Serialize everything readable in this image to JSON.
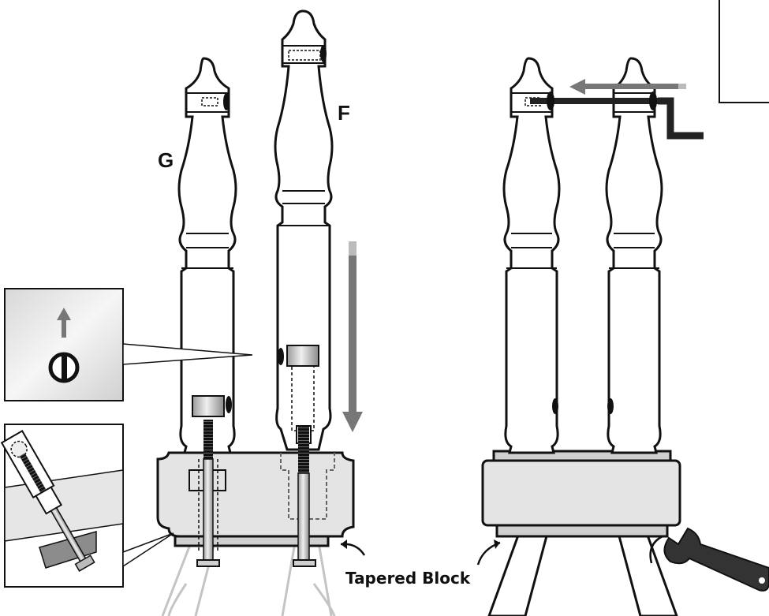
{
  "labels": {
    "post_left": "G",
    "post_right": "F",
    "tapered_block": "Tapered Block"
  },
  "colors": {
    "outline": "#111111",
    "post_fill": "#ffffff",
    "block_fill": "#e4e4e4",
    "arrow": "#777777",
    "hardware": "#9a9a9a",
    "ghost_leg": "#bdbdbd",
    "inset_bg": "#eeeeee",
    "dark_metal": "#2a2a2a"
  },
  "icons": {
    "up_arrow": "arrow-up-icon",
    "screw_slot": "slotted-screw-icon",
    "wrench": "wrench-icon",
    "crank": "hand-crank-icon"
  }
}
